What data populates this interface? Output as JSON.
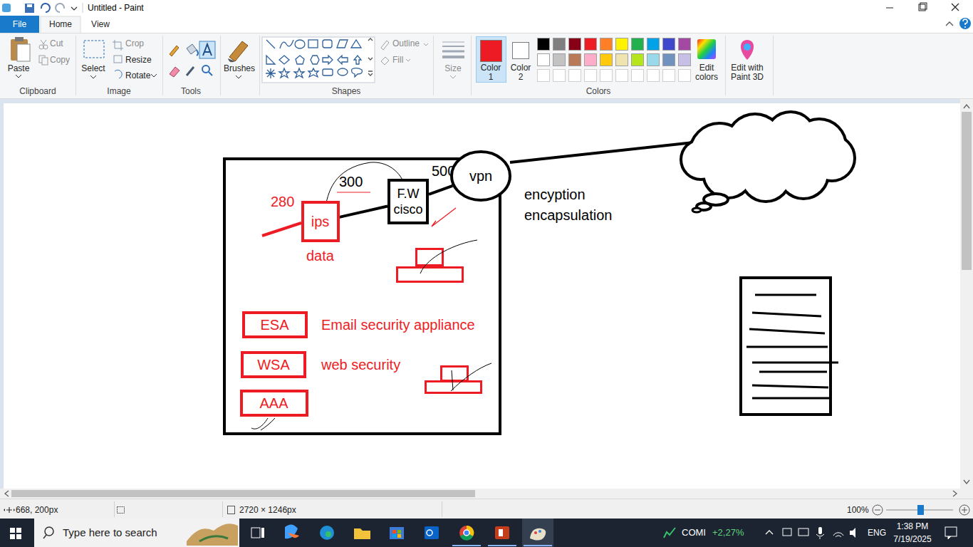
{
  "diagram": {
    "nodes": [
      {
        "text": [
          "ips"
        ]
      },
      {
        "text": [
          "F.W cisco"
        ]
      },
      {
        "text": [
          "vpn"
        ]
      },
      {
        "text": [
          "ESA"
        ]
      },
      {
        "text": [
          "WSA"
        ]
      },
      {
        "text": [
          "AAA"
        ]
      }
    ],
    "edges": [
      {
        "from": 0,
        "to": 1,
        "arrow": "none"
      },
      {
        "from": 1,
        "to": 2,
        "arrow": "none"
      }
    ],
    "labels": [
      "Untitled - Paint",
      "File",
      "Home",
      "View",
      "Paste",
      "Cut",
      "Copy",
      "Clipboard",
      "Select",
      "Crop",
      "Resize",
      "Rotate",
      "Image",
      "Tools",
      "Brushes",
      "Outline",
      "Fill",
      "Shapes",
      "Size",
      "Color 1",
      "Color 2",
      "Colors",
      "Edit colors",
      "Edit with Paint 3D",
      "668, 200px",
      "2720 × 1246px",
      "100%",
      "Type here to search",
      "COMI",
      "+2,27%",
      "ENG",
      "1:38 PM",
      "7/19/2025",
      "280",
      "300",
      "500",
      "data",
      "encyption encapsulation",
      "Email security appliance",
      "web security"
    ]
  }
}
